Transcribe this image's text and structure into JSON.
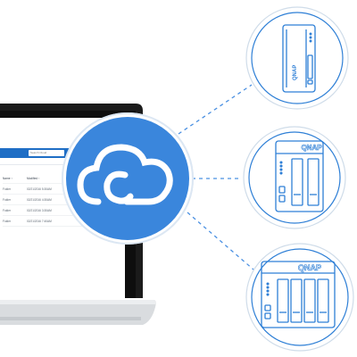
{
  "file_browser": {
    "search_placeholder": "Search Cloud",
    "columns": [
      "Name ↑",
      "Modified ↑"
    ],
    "rows": [
      {
        "name": "Folder",
        "modified": "02/21/2016 5:30AM"
      },
      {
        "name": "Folder",
        "modified": "02/21/2016 4:30AM"
      },
      {
        "name": "Folder",
        "modified": "02/21/2016 3:30AM"
      },
      {
        "name": "Folder",
        "modified": "02/21/2016 7:40AM"
      }
    ]
  },
  "nas_devices": [
    {
      "brand": "QNAP",
      "model_type": "tower-1-bay"
    },
    {
      "brand": "QNAP",
      "model_type": "2-bay"
    },
    {
      "brand": "QNAP",
      "model_type": "4-bay"
    }
  ],
  "colors": {
    "cloud_badge": "#3a86dc",
    "device_outline": "#2e7fd6",
    "app_header": "#1f6ec5",
    "connector": "#4a90e2"
  },
  "icons": [
    "cloud-icon",
    "nas-tower-icon",
    "nas-2bay-icon",
    "nas-4bay-icon",
    "laptop"
  ]
}
